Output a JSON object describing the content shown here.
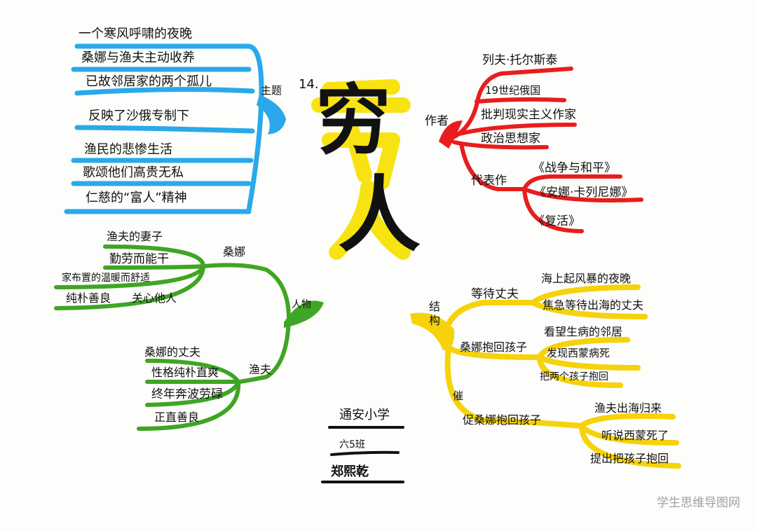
{
  "title": {
    "part1": "穷",
    "part2": "人",
    "lesson_number": "14."
  },
  "branches": {
    "theme": {
      "label": "主题",
      "color": "#29a9ea",
      "items": [
        "一个寒风呼啸的夜晚",
        "桑娜与渔夫主动收养",
        "已故邻居家的两个孤儿",
        "反映了沙俄专制下",
        "渔民的悲惨生活",
        "歌颂他们高贵无私",
        "仁慈的“富人”精神"
      ]
    },
    "author": {
      "label": "作者",
      "color": "#e81d1d",
      "items": [
        "列夫·托尔斯泰",
        "19世纪俄国",
        "批判现实主义作家",
        "政治思想家"
      ],
      "works": {
        "label": "代表作",
        "items": [
          "《战争与和平》",
          "《安娜·卡列尼娜》",
          "《复活》"
        ]
      }
    },
    "characters": {
      "label": "人物",
      "color": "#3fa524",
      "sang_na": {
        "label": "桑娜",
        "items": [
          "渔夫的妻子",
          "勤劳而能干",
          "家布置的温暖而舒适",
          "纯朴善良",
          "关心他人"
        ]
      },
      "fisherman": {
        "label": "渔夫",
        "items": [
          "桑娜的丈夫",
          "性格纯朴直爽",
          "终年奔波劳碌",
          "正直善良"
        ]
      }
    },
    "structure": {
      "label": "结构",
      "color": "#f6d20a",
      "waiting": {
        "label": "等待丈夫",
        "items": [
          "海上起风暴的夜晚",
          "焦急等待出海的丈夫"
        ]
      },
      "taking": {
        "label": "桑娜抱回孩子",
        "items": [
          "看望生病的邻居",
          "发现西蒙病死",
          "把两个孩子抱回"
        ]
      },
      "urging": {
        "label": "催",
        "sublabel": "促桑娜抱回孩子",
        "items": [
          "渔夫出海归来",
          "听说西蒙死了",
          "提出把孩子抱回"
        ]
      }
    }
  },
  "signature": {
    "school": "通安小学",
    "class": "六5班",
    "name": "郑熙乾"
  },
  "watermark": "学生思维导图网"
}
